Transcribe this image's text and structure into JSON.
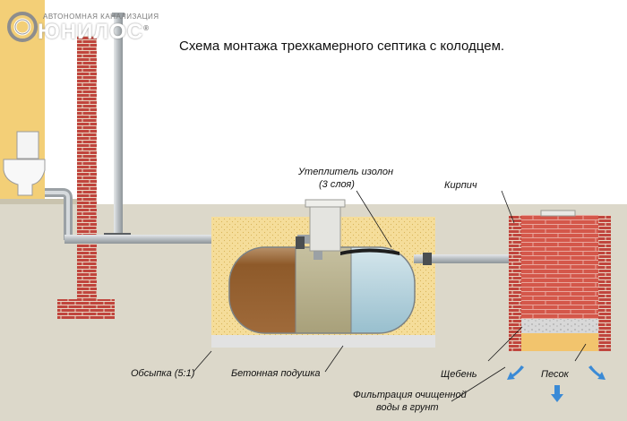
{
  "brand": {
    "tagline": "Автономная канализация",
    "name": "ЮНИЛОС",
    "registered_mark": "®"
  },
  "title": "Схема монтажа трехкамерного септика с колодцем.",
  "labels": {
    "insulation_line1": "Утеплитель изолон",
    "insulation_line2": "(3 слоя)",
    "brick": "Кирпич",
    "backfill": "Обсыпка (5:1)",
    "concrete_pad": "Бетонная подушка",
    "gravel": "Щебень",
    "sand": "Песок",
    "filtration_line1": "Фильтрация очищенной",
    "filtration_line2": "воды в грунт"
  },
  "colors": {
    "sky": "#ffffff",
    "ground": "#dcd8ca",
    "house_wall": "#f3cf77",
    "brick": "#c0453d",
    "mortar": "#e8d6c4",
    "pipe": "#b8bec2",
    "sand_backfill": "#f5dd9a",
    "concrete": "#e2e2e2",
    "chamber_1": "#9c6a3a",
    "chamber_2": "#b4ad86",
    "chamber_3": "#b7d3de",
    "gravel": "#dcdcdc",
    "sand": "#f2c46d",
    "flow_arrow": "#3a8ad6"
  }
}
